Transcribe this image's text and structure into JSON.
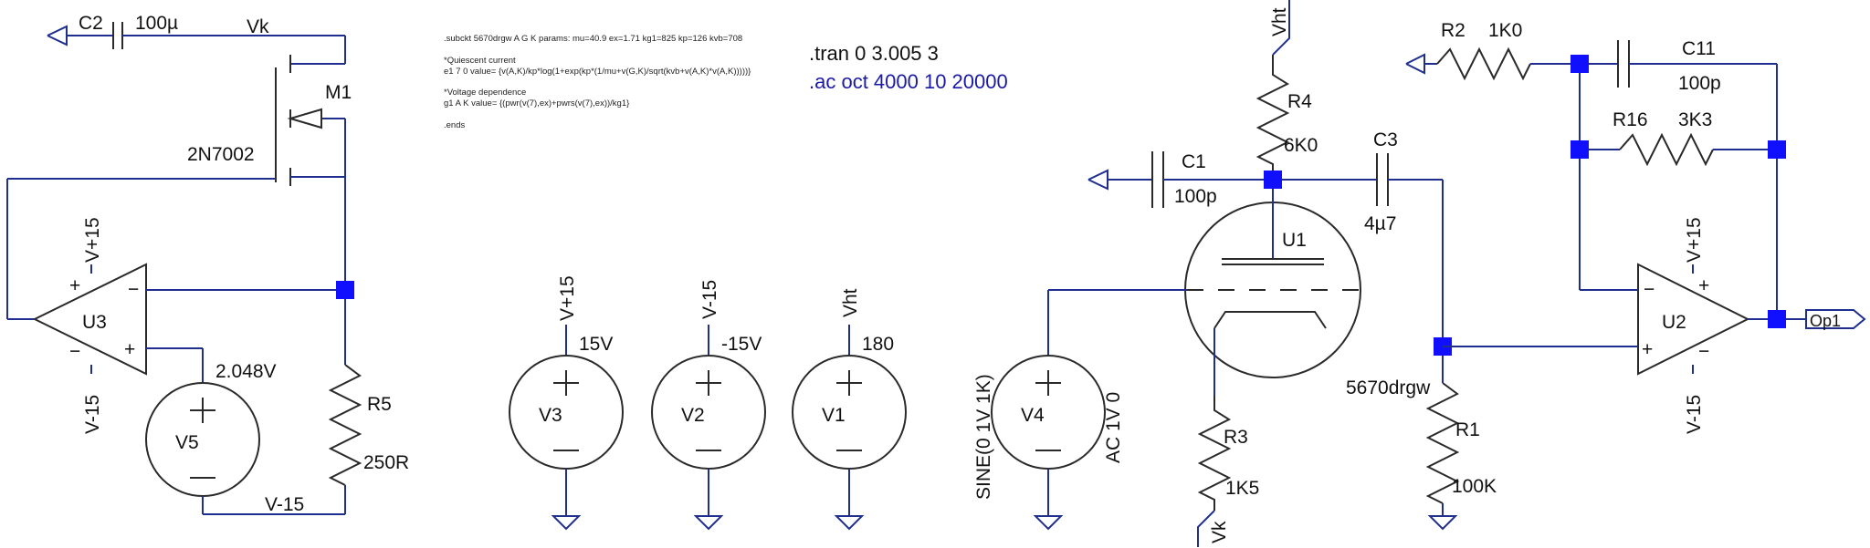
{
  "spice_text": {
    "lines": [
      ".subckt 5670drgw A G K  params: mu=40.9 ex=1.71 kg1=825 kp=126 kvb=708",
      "*Quiescent current",
      "e1 7 0 value= {v(A,K)/kp*log(1+exp(kp*(1/mu+v(G,K)/sqrt(kvb+v(A,K)*v(A,K)))))}",
      "*Voltage dependence",
      "g1 A K value= {(pwr(v(7),ex)+pwrs(v(7),ex))/kg1}",
      ".ends"
    ]
  },
  "directives": {
    "tran": ".tran 0 3.005 3",
    "ac": ".ac oct 4000 10 20000"
  },
  "labels": {
    "c2": "C2",
    "c2_val": "100µ",
    "vk_top": "Vk",
    "m1": "M1",
    "m1_model": "2N7002",
    "u3": "U3",
    "u3_vp": "V+15",
    "u3_vn": "V-15",
    "v5": "V5",
    "v5_val": "2.048V",
    "r5": "R5",
    "r5_val": "250R",
    "gnd_net": "V-15",
    "v3": "V3",
    "v3_net": "V+15",
    "v3_val": "15V",
    "v2": "V2",
    "v2_net": "V-15",
    "v2_val": "-15V",
    "v1": "V1",
    "v1_net": "Vht",
    "v1_val": "180",
    "v4": "V4",
    "v4_sine": "SINE(0 1V 1K)",
    "v4_ac": "AC 1V 0",
    "vht": "Vht",
    "r4": "R4",
    "r4_val": "6K0",
    "c1": "C1",
    "c1_val": "100p",
    "c3": "C3",
    "c3_val": "4µ7",
    "u1": "U1",
    "u1_model": "5670drgw",
    "r3": "R3",
    "r3_val": "1K5",
    "vk_bot": "Vk",
    "r1": "R1",
    "r1_val": "100K",
    "r2": "R2",
    "r2_val": "1K0",
    "c11": "C11",
    "c11_val": "100p",
    "r16": "R16",
    "r16_val": "3K3",
    "u2": "U2",
    "u2_vp": "V+15",
    "u2_vn": "V-15",
    "op1": "Op1"
  },
  "colors": {
    "wire": "#1f2f8f",
    "junction": "#1010ff",
    "directive": "#1a1aa6",
    "component": "#2a2a2a"
  }
}
